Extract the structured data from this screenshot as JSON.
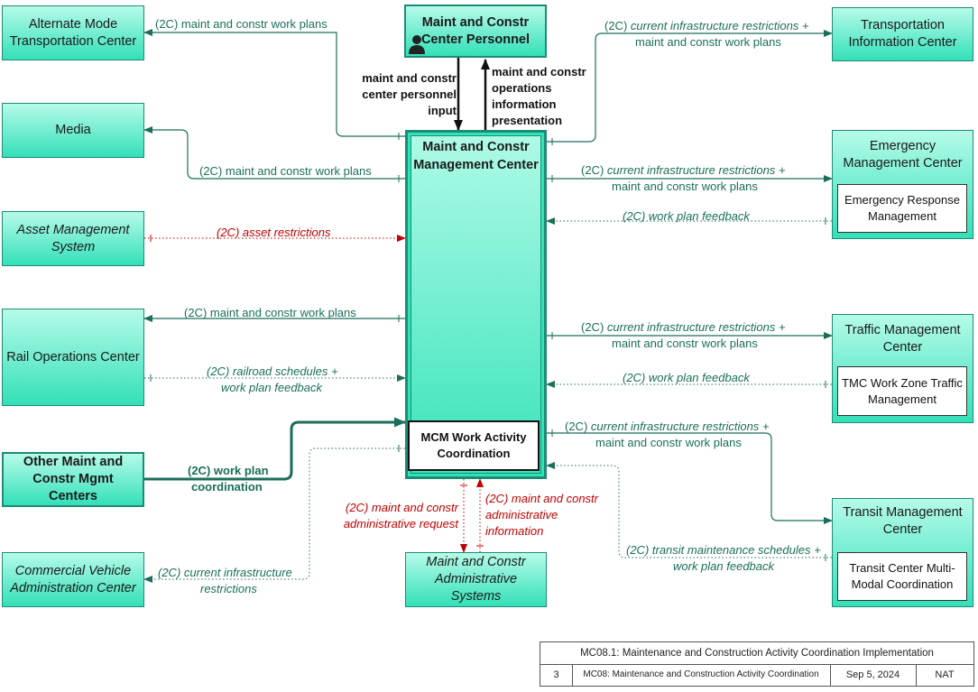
{
  "central": {
    "title": "Maint and Constr Management Center",
    "sub_element": "MCM Work Activity Coordination"
  },
  "entities": {
    "alt_mode": "Alternate Mode Transportation Center",
    "personnel": "Maint and Constr Center Personnel",
    "tic": "Transportation Information Center",
    "media": "Media",
    "emc": "Emergency Management Center",
    "emc_sub": "Emergency Response Management",
    "asset": "Asset Management System",
    "rail": "Rail Operations Center",
    "tmc": "Traffic Management Center",
    "tmc_sub": "TMC Work Zone Traffic Management",
    "other_mcm": "Other Maint and Constr Mgmt Centers",
    "transit": "Transit Management Center",
    "transit_sub": "Transit Center Multi-Modal Coordination",
    "cvac": "Commercial Vehicle Administration Center",
    "admin": "Maint and Constr Administrative Systems"
  },
  "flows": {
    "alt_mode": "(2C) maint and constr work plans",
    "personnel_in": "maint and constr center personnel input",
    "personnel_out": "maint and constr operations information presentation",
    "tic_prefix": "(2C)",
    "tic_italic": "current infrastructure restrictions +",
    "tic_line2": "maint and constr work plans",
    "media": "(2C) maint and constr work plans",
    "emc_prefix": "(2C)",
    "emc_italic": "current infrastructure restrictions +",
    "emc_line2": "maint and constr work plans",
    "emc_feedback": "(2C) work plan feedback",
    "asset": "(2C) asset restrictions",
    "rail_plans": "(2C) maint and constr work plans",
    "rail_sched_1": "(2C) railroad schedules +",
    "rail_sched_2": "work plan feedback",
    "tmc_prefix": "(2C)",
    "tmc_italic": "current infrastructure restrictions +",
    "tmc_line2": "maint and constr work plans",
    "tmc_feedback": "(2C) work plan feedback",
    "transit_prefix": "(2C)",
    "transit_italic": "current infrastructure restrictions +",
    "transit_line2": "maint and constr work plans",
    "other_mcm_1": "(2C) work plan",
    "other_mcm_2": "coordination",
    "admin_req_1": "(2C) maint and constr",
    "admin_req_2": "administrative request",
    "admin_info_1": "(2C) maint and constr",
    "admin_info_2": "administrative",
    "admin_info_3": "information",
    "transit_sched_1": "(2C) transit maintenance schedules +",
    "transit_sched_2": "work plan feedback",
    "cvac_1": "(2C) current infrastructure",
    "cvac_2": "restrictions"
  },
  "footer": {
    "title": "MC08.1: Maintenance and Construction Activity Coordination Implementation",
    "number": "3",
    "package": "MC08: Maintenance and Construction Activity Coordination",
    "date": "Sep 5, 2024",
    "code": "NAT"
  },
  "colors": {
    "teal_line": "#1a6e5a",
    "red_line": "#c00000",
    "box_fill_top": "#b6fbe9",
    "box_fill_bottom": "#33e0b8"
  }
}
